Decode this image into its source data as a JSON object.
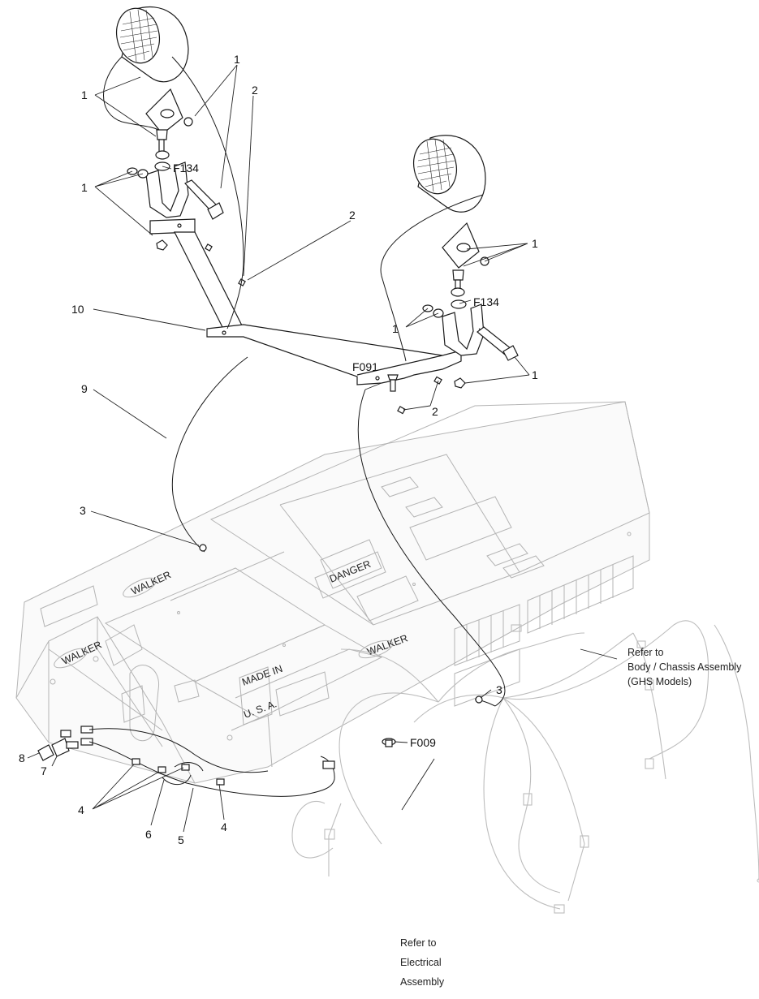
{
  "callouts": {
    "c1a": "1",
    "c1b": "1",
    "c1c": "1",
    "c1d": "1",
    "c1e": "1",
    "c1f": "1",
    "c2a": "2",
    "c2b": "2",
    "c2c": "2",
    "c3a": "3",
    "c3b": "3",
    "c4a": "4",
    "c4b": "4",
    "c5": "5",
    "c6": "6",
    "c7": "7",
    "c8": "8",
    "c9": "9",
    "c10": "10",
    "f134a": "F134",
    "f134b": "F134",
    "f091": "F091",
    "f009": "F009"
  },
  "notes": {
    "body_ref": [
      "Refer to",
      "Body / Chassis Assembly",
      "(GHS Models)"
    ],
    "elec_ref": [
      "Refer to",
      "Electrical",
      "Assembly"
    ]
  },
  "decals": {
    "walker": "WALKER",
    "danger": "DANGER",
    "made_in": [
      "MADE IN",
      "U. S. A."
    ]
  }
}
